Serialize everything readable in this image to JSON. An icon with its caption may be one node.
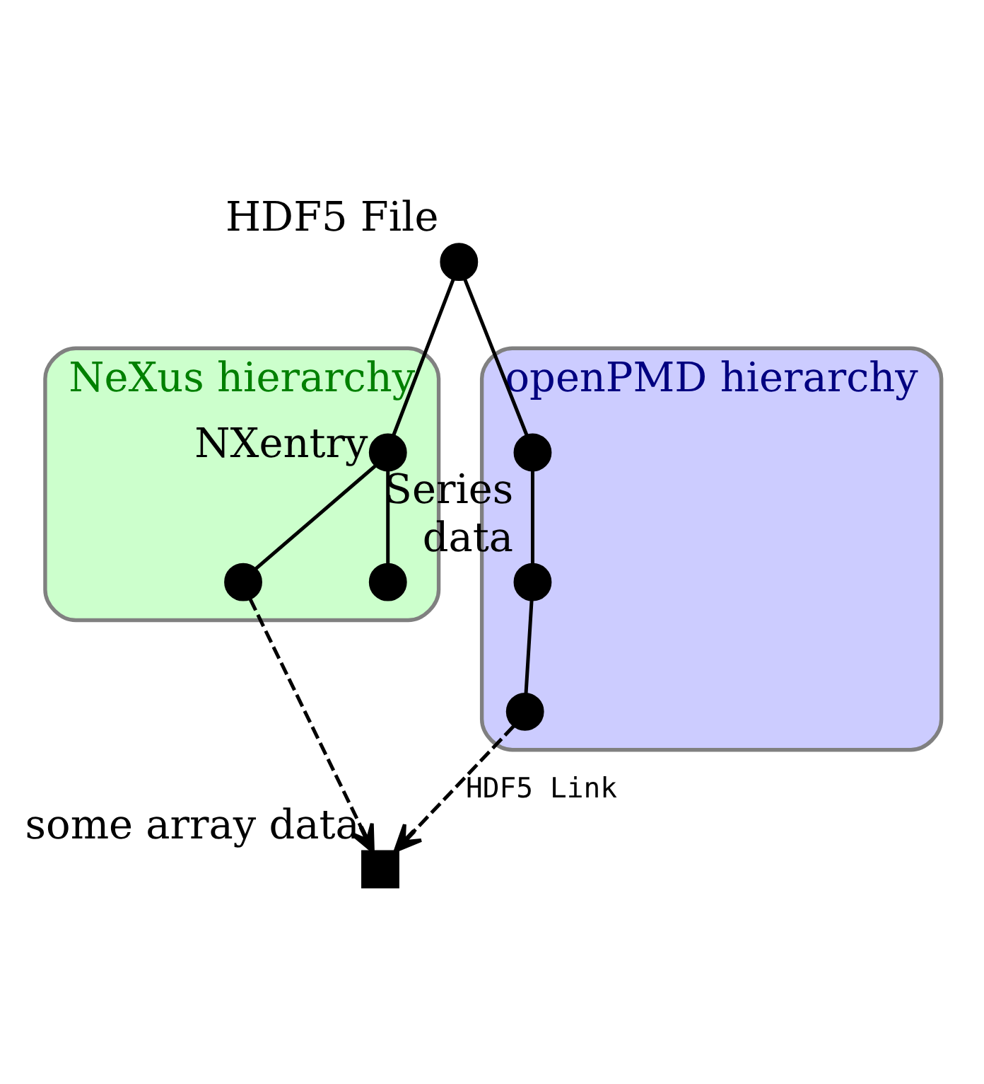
{
  "diagram": {
    "nodes": [
      {
        "text": [],
        "shape": "circle",
        "beside": [
          "HDF5 File"
        ]
      },
      {
        "text": [
          "NeXus hierarchy"
        ]
      },
      {
        "text": [],
        "shape": "circle",
        "beside": [
          "NXentry"
        ],
        "in": 1
      },
      {
        "text": [],
        "shape": "circle",
        "in": 1
      },
      {
        "text": [],
        "shape": "circle",
        "in": 1
      },
      {
        "text": [],
        "shape": "box",
        "beside": [
          "some array data"
        ]
      },
      {
        "text": [
          "openPMD hierarchy"
        ]
      },
      {
        "text": [],
        "shape": "circle",
        "beside": [
          "Series"
        ],
        "in": 6
      },
      {
        "text": [],
        "shape": "circle",
        "beside": [
          "data"
        ],
        "in": 6
      },
      {
        "text": [],
        "shape": "circle",
        "in": 6
      }
    ],
    "edges": [
      {
        "from": 0,
        "to": 2,
        "arrow": "none"
      },
      {
        "from": 2,
        "to": 3,
        "arrow": "none"
      },
      {
        "from": 2,
        "to": 4,
        "arrow": "none"
      },
      {
        "from": 3,
        "to": 5,
        "arrow": "to",
        "style": "dashed"
      },
      {
        "from": 0,
        "to": 7,
        "arrow": "none"
      },
      {
        "from": 7,
        "to": 8,
        "arrow": "none"
      },
      {
        "from": 8,
        "to": 9,
        "arrow": "none"
      },
      {
        "from": 9,
        "to": 5,
        "arrow": "to",
        "style": "dashed",
        "label": "HDF5 Link"
      }
    ]
  }
}
